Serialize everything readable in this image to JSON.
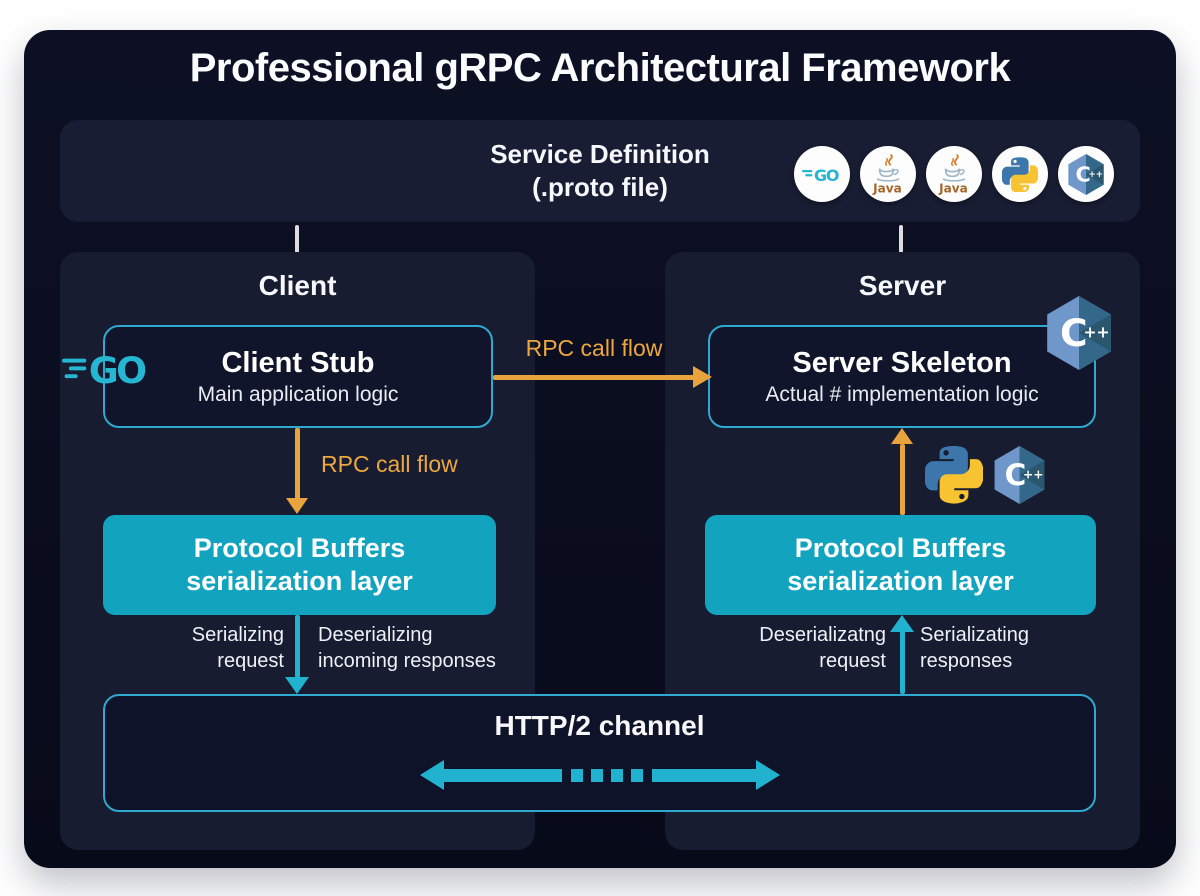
{
  "title": "Professional gRPC Architectural Framework",
  "colors": {
    "card_bg": "#0a0d1e",
    "panel_bg": "#171c31",
    "box_border_cyan": "#2fa9cf",
    "protobuf_fill": "#12a3bf",
    "arrow_cyan": "#20b2ce",
    "arrow_orange": "#e9a33c",
    "label_orange": "#eca73f",
    "text_white": "#f7f8fb"
  },
  "service_definition": {
    "title_line1": "Service Definition",
    "title_line2": "(.proto file)",
    "badge_icons": [
      "go-icon",
      "java-icon",
      "java-icon",
      "python-icon",
      "cpp-icon"
    ]
  },
  "rpc_flow_label": "RPC call flow",
  "client": {
    "heading": "Client",
    "stub": {
      "title": "Client Stub",
      "subtitle": "Main application logic"
    },
    "down_label": "RPC call flow",
    "protobuf": {
      "line1": "Protocol Buffers",
      "line2": "serialization layer"
    },
    "serialize_label": {
      "line1": "Serializing",
      "line2": "request"
    },
    "deserialize_label": {
      "line1": "Deserializing",
      "line2": "incoming responses"
    }
  },
  "server": {
    "heading": "Server",
    "skeleton": {
      "title": "Server Skeleton",
      "subtitle": "Actual # implementation logic"
    },
    "protobuf": {
      "line1": "Protocol Buffers",
      "line2": "serialization layer"
    },
    "deserialize_label": {
      "line1": "Deserializatng",
      "line2": "request"
    },
    "serialize_label": {
      "line1": "Serializating",
      "line2": "responses"
    }
  },
  "http2": {
    "label": "HTTP/2 channel"
  },
  "icons": {
    "go_label": "GO",
    "java_label": "Java",
    "cpp_letter": "C",
    "cpp_plus": "++"
  }
}
